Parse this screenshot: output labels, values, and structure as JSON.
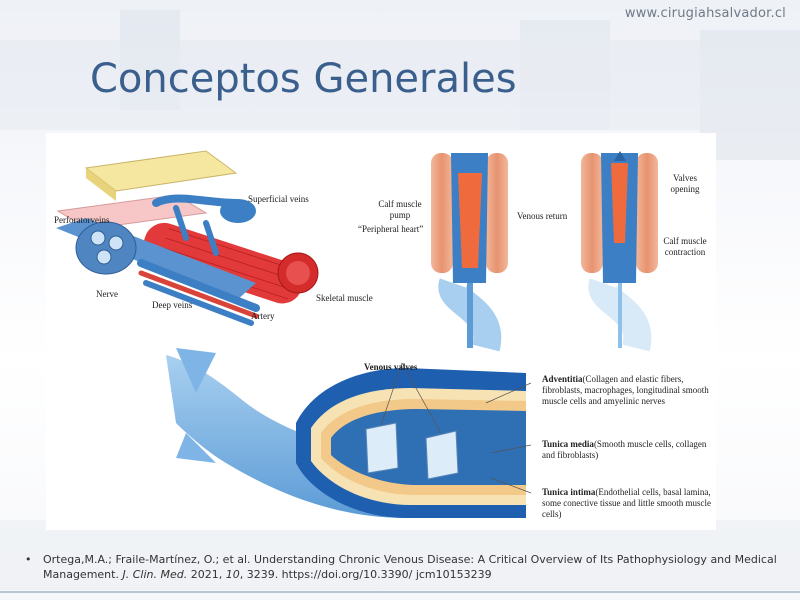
{
  "header": {
    "site_url": "www.cirugiahsalvador.cl",
    "title": "Conceptos Generales"
  },
  "figure": {
    "left_panel": {
      "superficial_veins": "Superficial veins",
      "perforator_veins": "Perforatorveins",
      "nerve": "Nerve",
      "deep_veins": "Deep veins",
      "artery": "Artery",
      "skeletal_muscle": "Skeletal muscle"
    },
    "right_panel": {
      "calf_pump_line1": "Calf muscle",
      "calf_pump_line2": "pump",
      "peripheral_heart": "“Peripheral heart”",
      "venous_return": "Venous return",
      "valves_line1": "Valves",
      "valves_line2": "opening",
      "contraction_line1": "Calf muscle",
      "contraction_line2": "contraction"
    },
    "bottom_panel": {
      "venous_valves": "Venous valves",
      "adventitia_term": "Adventitia",
      "adventitia_desc": "(Collagen and elastic fibers, fibroblasts, macrophages, longitudinal smooth muscle cells and amyelinic nerves",
      "media_term": "Tunica media",
      "media_desc": "(Smooth muscle cells, collagen and fibroblasts)",
      "intima_term": "Tunica intima",
      "intima_desc": "(Endothelial cells, basal lamina, some conective tissue and little smooth muscle cells)"
    }
  },
  "reference": {
    "bullet": "•",
    "authors": "Ortega,M.A.; Fraile-Martínez, O.; et al. Understanding Chronic Venous Disease: A Critical Overview of Its Pathophysiology and Medical Management.",
    "journal": "J. Clin. Med.",
    "year": "2021,",
    "volume": "10",
    "pages_doi": ", 3239. https://doi.org/10.3390/ jcm10153239"
  },
  "colors": {
    "title": "#3a5f8d",
    "vein_blue": "#3c7fc4",
    "artery_red": "#d9443a",
    "muscle_red": "#e23a3a",
    "fat_yellow": "#f6e7a0"
  }
}
